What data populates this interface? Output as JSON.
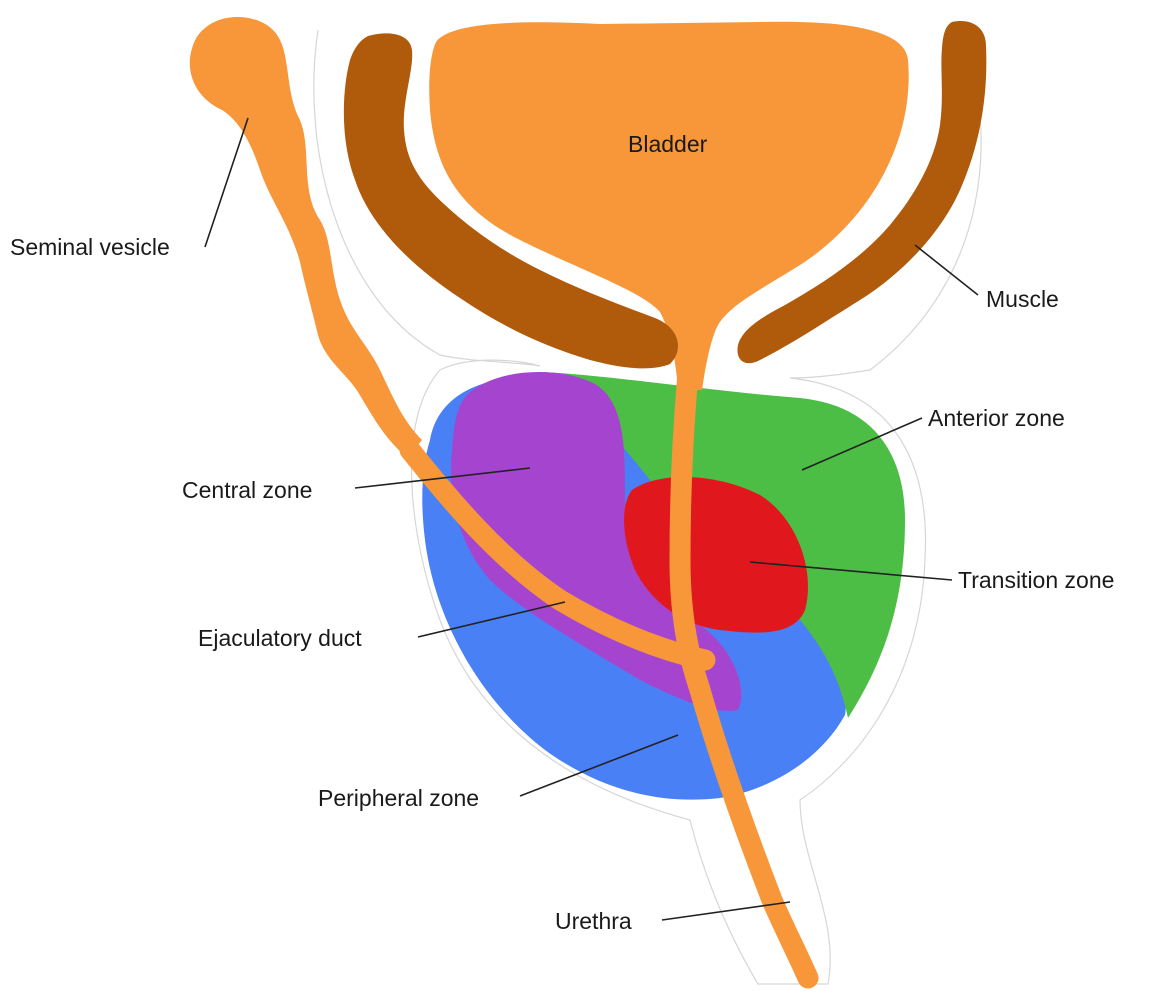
{
  "labels": {
    "bladder": "Bladder",
    "seminal_vesicle": "Seminal vesicle",
    "muscle": "Muscle",
    "anterior_zone": "Anterior zone",
    "central_zone": "Central zone",
    "transition_zone": "Transition zone",
    "ejaculatory_duct": "Ejaculatory duct",
    "peripheral_zone": "Peripheral zone",
    "urethra": "Urethra"
  },
  "colors": {
    "bladder": "#F7973A",
    "seminal_vesicle": "#F7973A",
    "urethra": "#F7973A",
    "ejaculatory_duct": "#F7973A",
    "muscle": "#B05A0C",
    "anterior_zone": "#4DBE45",
    "central_zone": "#A545CF",
    "transition_zone": "#E0181E",
    "peripheral_zone": "#4A80F6",
    "outline": "#D6D6D6",
    "leader_line": "#222222"
  }
}
